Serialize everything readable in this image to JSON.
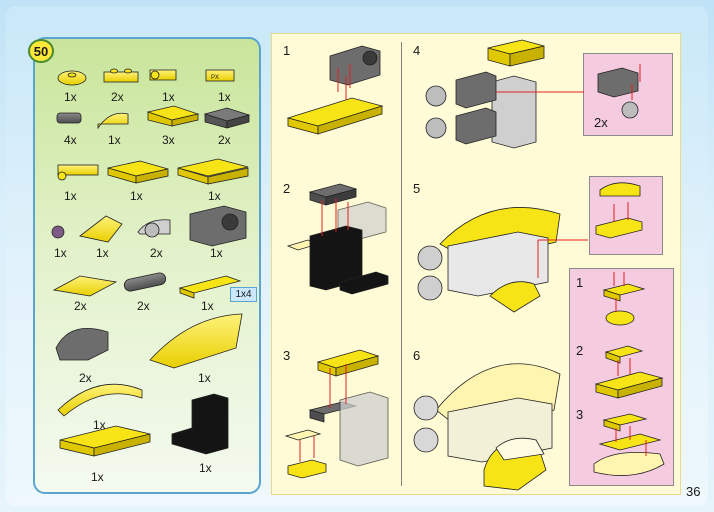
{
  "page": {
    "badge": "50",
    "page_number": "36"
  },
  "parts": {
    "quantities": [
      "1x",
      "2x",
      "1x",
      "1x",
      "4x",
      "1x",
      "3x",
      "2x",
      "1x",
      "1x",
      "1x",
      "1x",
      "1x",
      "2x",
      "1x",
      "2x",
      "2x",
      "1x",
      "2x",
      "1x",
      "1x",
      "1x",
      "1x"
    ],
    "scale_tag": "1x4"
  },
  "steps": {
    "labels": [
      "1",
      "2",
      "3",
      "4",
      "5",
      "6"
    ],
    "substeps": [
      "1",
      "2",
      "3"
    ],
    "callout_qty": "2x"
  },
  "colors": {
    "yellow": "#f7e416",
    "black": "#141414",
    "gray": "#6d6d6d",
    "light_gray": "#bcbcbc",
    "pink": "#f5cbe0"
  }
}
